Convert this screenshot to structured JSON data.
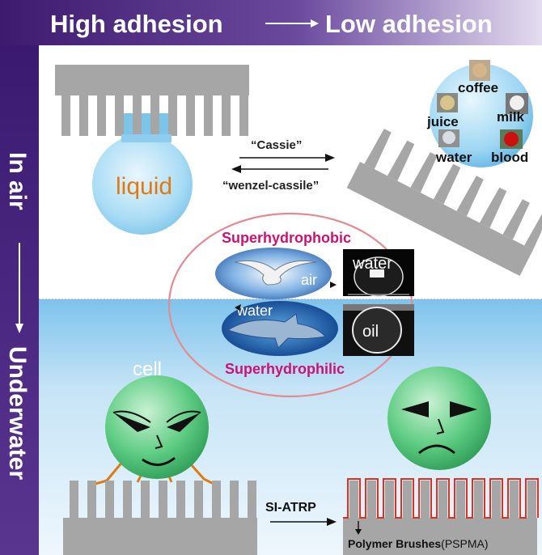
{
  "header": {
    "left": "High adhesion",
    "right": "Low adhesion"
  },
  "side": {
    "top": "In air",
    "bottom": "Underwater"
  },
  "air_section": {
    "drop_label": "liquid",
    "arrow_forward": "“Cassie”",
    "arrow_back": "“wenzel-cassile”",
    "liquids": [
      "coffee",
      "juice",
      "milk",
      "water",
      "blood"
    ]
  },
  "center": {
    "top_title": "Superhydrophobic",
    "bottom_title": "Superhydrophilic",
    "bird_label": "air",
    "fish_label": "water",
    "top_drop_label": "water",
    "bottom_drop_label": "oil"
  },
  "water_section": {
    "cell_label": "cell",
    "process_label": "SI-ATRP",
    "brushes_label": "Polymer Brushes",
    "brushes_abbr": "(PSPMA)"
  },
  "colors": {
    "banner": "#4a2482",
    "magenta": "#cc1177",
    "liquid_text": "#e07a10",
    "pillar_gray": "#a6a6a6",
    "brush_red": "#e03020"
  }
}
